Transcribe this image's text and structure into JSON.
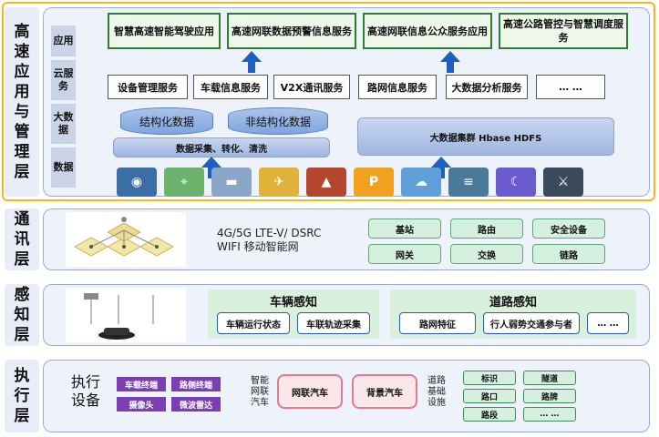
{
  "layers": {
    "application": "高速应用与管理层",
    "communication": "通讯层",
    "perception": "感知层",
    "execution": "执行层"
  },
  "app_layer": {
    "sublabels": [
      "应用",
      "云服务",
      "大数据",
      "数据"
    ],
    "applications": [
      "智慧高速智能驾驶应用",
      "高速网联数据预警信息服务",
      "高速网联信息公众服务应用",
      "高速公路管控与智慧调度服务"
    ],
    "services": [
      "设备管理服务",
      "车载信息服务",
      "V2X通讯服务",
      "路网信息服务",
      "大数据分析服务",
      "… …"
    ],
    "structured_data": "结构化数据",
    "unstructured_data": "非结构化数据",
    "data_processing": "数据采集、转化、清洗",
    "bigdata_cluster": "大数据集群 Hbase HDFS",
    "icons": [
      "map-pin-icon",
      "maps-app-icon",
      "train-icon",
      "travel-app-icon",
      "car-app-icon",
      "parking-icon",
      "weather-icon",
      "data-chart-icon",
      "moon-weather-icon",
      "game-icon"
    ]
  },
  "comm_layer": {
    "line1": "4G/5G   LTE-V/ DSRC",
    "line2": "WIFI    移动智能网",
    "items": [
      "基站",
      "路由",
      "安全设备",
      "网关",
      "交换",
      "链路"
    ]
  },
  "perception_layer": {
    "vehicle_title": "车辆感知",
    "vehicle_items": [
      "车辆运行状态",
      "车联轨迹采集"
    ],
    "road_title": "道路感知",
    "road_items": [
      "路网特征",
      "行人弱势交通参与者",
      "… …"
    ]
  },
  "execution_layer": {
    "equipment_label": "执行设备",
    "devices": [
      "车载终端",
      "路侧终端",
      "摄像头",
      "微波雷达"
    ],
    "connected_label": "智能网联汽车",
    "cars": [
      "网联汽车",
      "背景汽车"
    ],
    "road_label": "道路基础设施",
    "road_items": [
      "标识",
      "隧道",
      "路口",
      "路牌",
      "路段",
      "… …"
    ]
  },
  "colors": {
    "gold_frame": "#f3b81c",
    "arrow_blue": "#1f5fbf",
    "app_border": "#2e7d32",
    "purple": "#7a3fb3",
    "pink_border": "#e37a8e"
  }
}
